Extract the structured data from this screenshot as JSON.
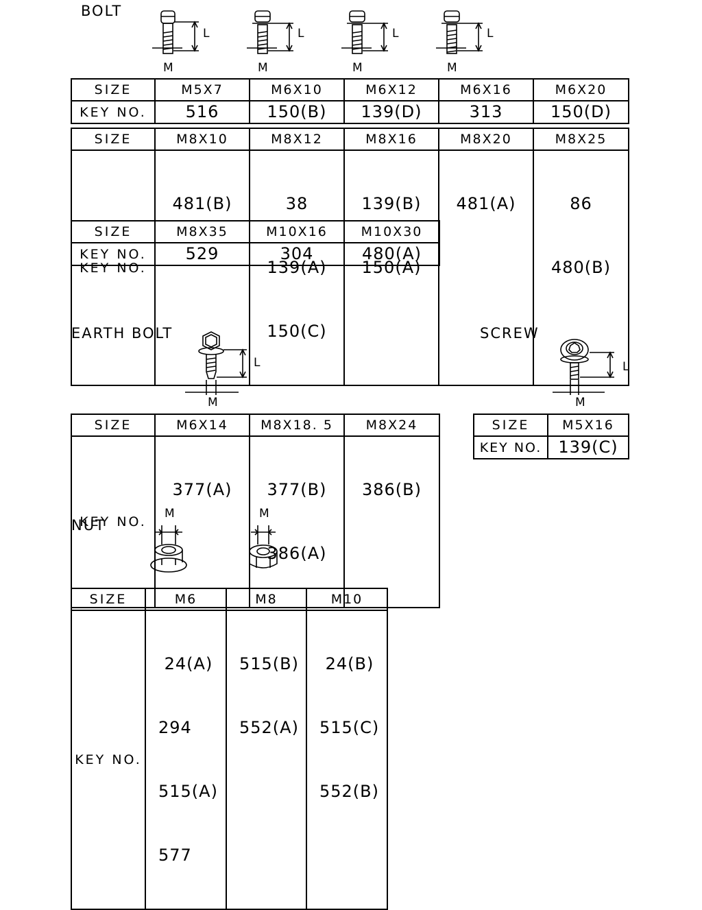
{
  "sections": {
    "bolt": "BOLT",
    "earth_bolt": "EARTH BOLT",
    "screw": "SCREW",
    "nut": "NUT"
  },
  "dim": {
    "length": "L",
    "diameter": "M"
  },
  "row_labels": {
    "size": "SIZE",
    "key": "KEY NO."
  },
  "bolt_table_1": {
    "sizes": [
      "M5X7",
      "M6X10",
      "M6X12",
      "M6X16",
      "M6X20"
    ],
    "keys": [
      "516",
      "150(B)",
      "139(D)",
      "313",
      "150(D)"
    ]
  },
  "bolt_table_2": {
    "sizes": [
      "M8X10",
      "M8X12",
      "M8X16",
      "M8X20",
      "M8X25"
    ],
    "keys": [
      [
        "481(B)"
      ],
      [
        "38",
        "139(A)",
        "150(C)"
      ],
      [
        "139(B)",
        "150(A)"
      ],
      [
        "481(A)"
      ],
      [
        "86",
        "480(B)"
      ]
    ]
  },
  "bolt_table_3": {
    "sizes": [
      "M8X35",
      "M10X16",
      "M10X30"
    ],
    "keys": [
      "529",
      "304",
      "480(A)"
    ]
  },
  "earth_bolt_table": {
    "sizes": [
      "M6X14",
      "M8X18. 5",
      "M8X24"
    ],
    "keys": [
      [
        "377(A)"
      ],
      [
        "377(B)",
        "386(A)"
      ],
      [
        "386(B)"
      ]
    ]
  },
  "screw_table": {
    "sizes": [
      "M5X16"
    ],
    "keys": [
      "139(C)"
    ]
  },
  "nut_table": {
    "sizes": [
      "M6",
      "M8",
      "M10"
    ],
    "keys": [
      [
        " 24(A)",
        "294",
        "515(A)",
        "577"
      ],
      [
        "515(B)",
        "552(A)"
      ],
      [
        " 24(B)",
        "515(C)",
        "552(B)"
      ]
    ]
  }
}
